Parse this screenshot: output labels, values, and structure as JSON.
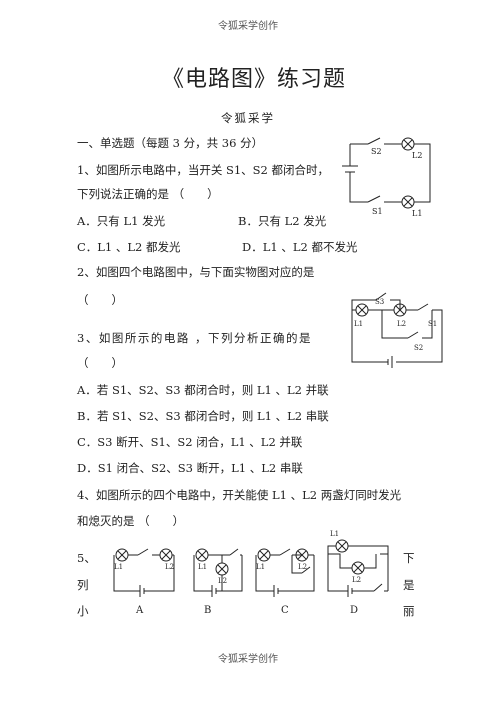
{
  "header": "令狐采学创作",
  "footer": "令狐采学创作",
  "title": "《电路图》练习题",
  "author": "令狐采学",
  "section": "一、单选题（每题 3 分，共 36 分）",
  "q1": {
    "line1": "1、如图所示电路中，当开关 S1、S2 都闭合时，",
    "line2": "下列说法正确的是 （　　）",
    "optA": "A．只有 L1 发光",
    "optB": "B．只有 L2 发光",
    "optC": "C．L1 、L2 都发光",
    "optD": "D．L1 、L2 都不发光"
  },
  "q2": {
    "line1": "2、如图四个电路图中，与下面实物图对应的是",
    "line2": "（　　）"
  },
  "q3": {
    "line1": "3、如图所示的电路 ，下列分析正确的是",
    "line2": "（　　）",
    "optA": "A．若 S1、S2、S3 都闭合时，则 L1 、L2 并联",
    "optB": "B．若 S1、S2、S3 都闭合时，则 L1 、L2 串联",
    "optC": "C．S3 断开、S1、S2 闭合，L1 、L2 并联",
    "optD": "D．S1 闭合、S2、S3 断开，L1 、L2 串联"
  },
  "q4": {
    "line1": "4、如图所示的四个电路中，开关能使 L1 、L2 两盏灯同时发光",
    "line2": "和熄灭的是 （　　）"
  },
  "q5": {
    "left": [
      "5、",
      "列",
      "小"
    ],
    "right": [
      "下",
      "是",
      "丽"
    ],
    "choices": [
      "A",
      "B",
      "C",
      "D"
    ]
  },
  "fig1": {
    "s2": "S2",
    "l2": "L2",
    "s1": "S1",
    "l1": "L1"
  },
  "fig3": {
    "s3": "S3",
    "l1": "L1",
    "l2": "L2",
    "s1": "S1",
    "s2": "S2"
  },
  "fig4": {
    "l1": "L1",
    "l2": "L2"
  }
}
